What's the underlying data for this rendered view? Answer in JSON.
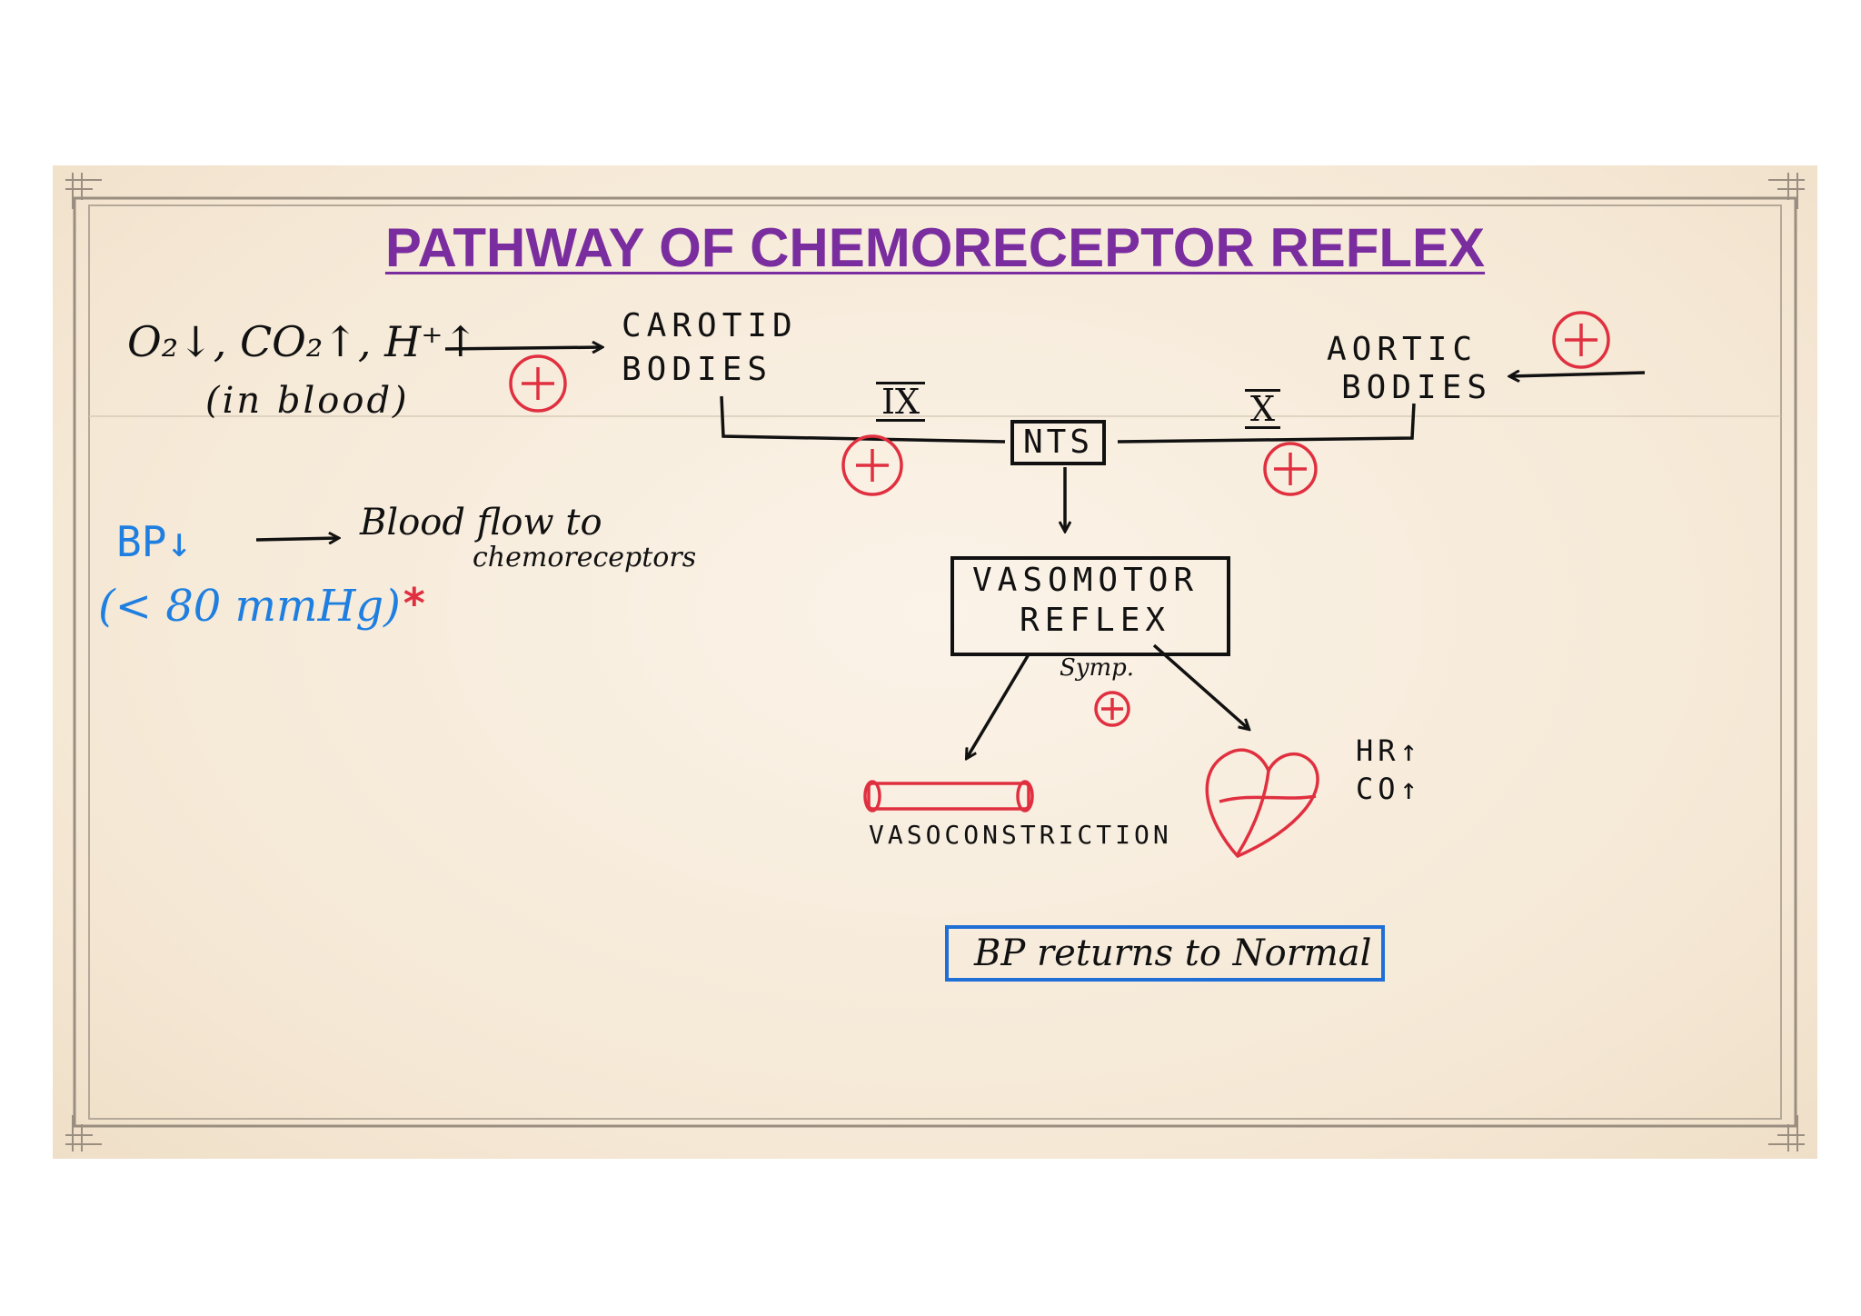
{
  "title": "PATHWAY OF CHEMORECEPTOR REFLEX",
  "stimulus_line1": "O₂↓, CO₂↑, H⁺↑",
  "stimulus_line2": "(in blood)",
  "carotid_line1": "CAROTID",
  "carotid_line2": "BODIES",
  "aortic_line1": "AORTIC",
  "aortic_line2": "BODIES",
  "nerve_ix": "IX",
  "nerve_x": "X",
  "nts": "NTS",
  "vasomotor_line1": "VASOMOTOR",
  "vasomotor_line2": "REFLEX",
  "symp": "Symp.",
  "vasoconstriction": "VASOCONSTRICTION",
  "hr": "HR↑",
  "co": "CO↑",
  "bp_low": "BP↓",
  "bp_value": "(< 80 mmHg)",
  "asterisk": "*",
  "blood_flow_line1": "Blood flow to",
  "blood_flow_line2": "chemoreceptors",
  "bp_normal": "BP returns to Normal",
  "plus_sign": "+",
  "colors": {
    "title": "#7a2d9e",
    "ink": "#111111",
    "red": "#e03040",
    "blue": "#1f7fe0",
    "board": "#f7ecdd"
  }
}
